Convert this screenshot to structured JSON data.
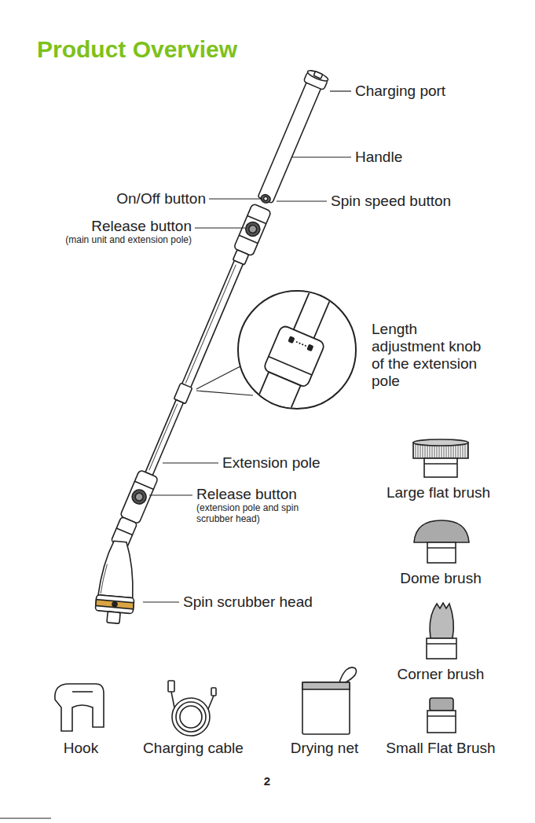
{
  "diagram": {
    "title": "Product Overview",
    "labels": [
      "Charging port",
      "Handle",
      "On/Off button",
      "Spin speed button",
      "Release button",
      "(main unit and extension pole)",
      "Length adjustment knob of the extension pole",
      "Extension pole",
      "Release button",
      "(extension pole and spin scrubber head)",
      "Spin scrubber head",
      "Large flat brush",
      "Dome brush",
      "Corner brush",
      "Small Flat Brush",
      "Hook",
      "Charging cable",
      "Drying net",
      "2"
    ]
  }
}
